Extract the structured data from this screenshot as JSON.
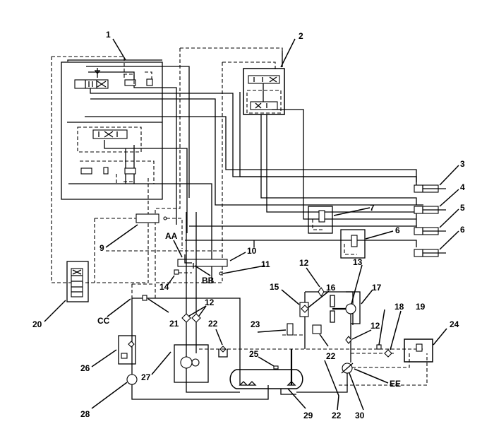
{
  "diagram": {
    "type": "hydraulic-schematic",
    "background": "#ffffff",
    "line_color": "#000000",
    "callouts": [
      {
        "id": "c1",
        "text": "1"
      },
      {
        "id": "c2",
        "text": "2"
      },
      {
        "id": "c3",
        "text": "3"
      },
      {
        "id": "c4",
        "text": "4"
      },
      {
        "id": "c5",
        "text": "5"
      },
      {
        "id": "c6a",
        "text": "6"
      },
      {
        "id": "c6b",
        "text": "6"
      },
      {
        "id": "c7",
        "text": "7"
      },
      {
        "id": "c9",
        "text": "9"
      },
      {
        "id": "c10",
        "text": "10"
      },
      {
        "id": "c11",
        "text": "11"
      },
      {
        "id": "c12a",
        "text": "12"
      },
      {
        "id": "c12b",
        "text": "12"
      },
      {
        "id": "c12c",
        "text": "12"
      },
      {
        "id": "c13",
        "text": "13"
      },
      {
        "id": "c14",
        "text": "14"
      },
      {
        "id": "c15",
        "text": "15"
      },
      {
        "id": "c16",
        "text": "16"
      },
      {
        "id": "c17",
        "text": "17"
      },
      {
        "id": "c18",
        "text": "18"
      },
      {
        "id": "c19",
        "text": "19"
      },
      {
        "id": "c20",
        "text": "20"
      },
      {
        "id": "c21",
        "text": "21"
      },
      {
        "id": "c22a",
        "text": "22"
      },
      {
        "id": "c22b",
        "text": "22"
      },
      {
        "id": "c22c",
        "text": "22"
      },
      {
        "id": "c23",
        "text": "23"
      },
      {
        "id": "c24",
        "text": "24"
      },
      {
        "id": "c25",
        "text": "25"
      },
      {
        "id": "c26",
        "text": "26"
      },
      {
        "id": "c27",
        "text": "27"
      },
      {
        "id": "c28",
        "text": "28"
      },
      {
        "id": "c29",
        "text": "29"
      },
      {
        "id": "c30",
        "text": "30"
      },
      {
        "id": "cAA",
        "text": "AA"
      },
      {
        "id": "cBB",
        "text": "BB"
      },
      {
        "id": "cCC",
        "text": "CC"
      },
      {
        "id": "cEE",
        "text": "EE"
      }
    ],
    "components": [
      {
        "callout": "1",
        "name": "control-valve-group"
      },
      {
        "callout": "2",
        "name": "directional-control-valves"
      },
      {
        "callout": "3",
        "name": "hydraulic-cylinder"
      },
      {
        "callout": "4",
        "name": "hydraulic-cylinder"
      },
      {
        "callout": "5",
        "name": "hydraulic-cylinder"
      },
      {
        "callout": "6",
        "name": "hydraulic-cylinder"
      },
      {
        "callout": "6",
        "name": "relief-valve"
      },
      {
        "callout": "7",
        "name": "relief-valve"
      },
      {
        "callout": "9",
        "name": "pilot-block"
      },
      {
        "callout": "10",
        "name": "manifold"
      },
      {
        "callout": "11",
        "name": "test-port"
      },
      {
        "callout": "12",
        "name": "filter"
      },
      {
        "callout": "13",
        "name": "fan-motor"
      },
      {
        "callout": "14",
        "name": "pressure-switch"
      },
      {
        "callout": "15",
        "name": "oil-cooler"
      },
      {
        "callout": "16",
        "name": "check-valve"
      },
      {
        "callout": "17",
        "name": "fan-drive-assembly"
      },
      {
        "callout": "18",
        "name": "pressure-switch"
      },
      {
        "callout": "19",
        "name": "filter"
      },
      {
        "callout": "20",
        "name": "pilot-control-valve"
      },
      {
        "callout": "21",
        "name": "check-valve"
      },
      {
        "callout": "22",
        "name": "filter"
      },
      {
        "callout": "23",
        "name": "solenoid-valve"
      },
      {
        "callout": "24",
        "name": "pressure-reducing-valve"
      },
      {
        "callout": "25",
        "name": "breather"
      },
      {
        "callout": "26",
        "name": "filter-assembly"
      },
      {
        "callout": "27",
        "name": "main-pump"
      },
      {
        "callout": "28",
        "name": "pilot-pump"
      },
      {
        "callout": "29",
        "name": "hydraulic-tank"
      },
      {
        "callout": "30",
        "name": "variable-pump"
      }
    ]
  }
}
